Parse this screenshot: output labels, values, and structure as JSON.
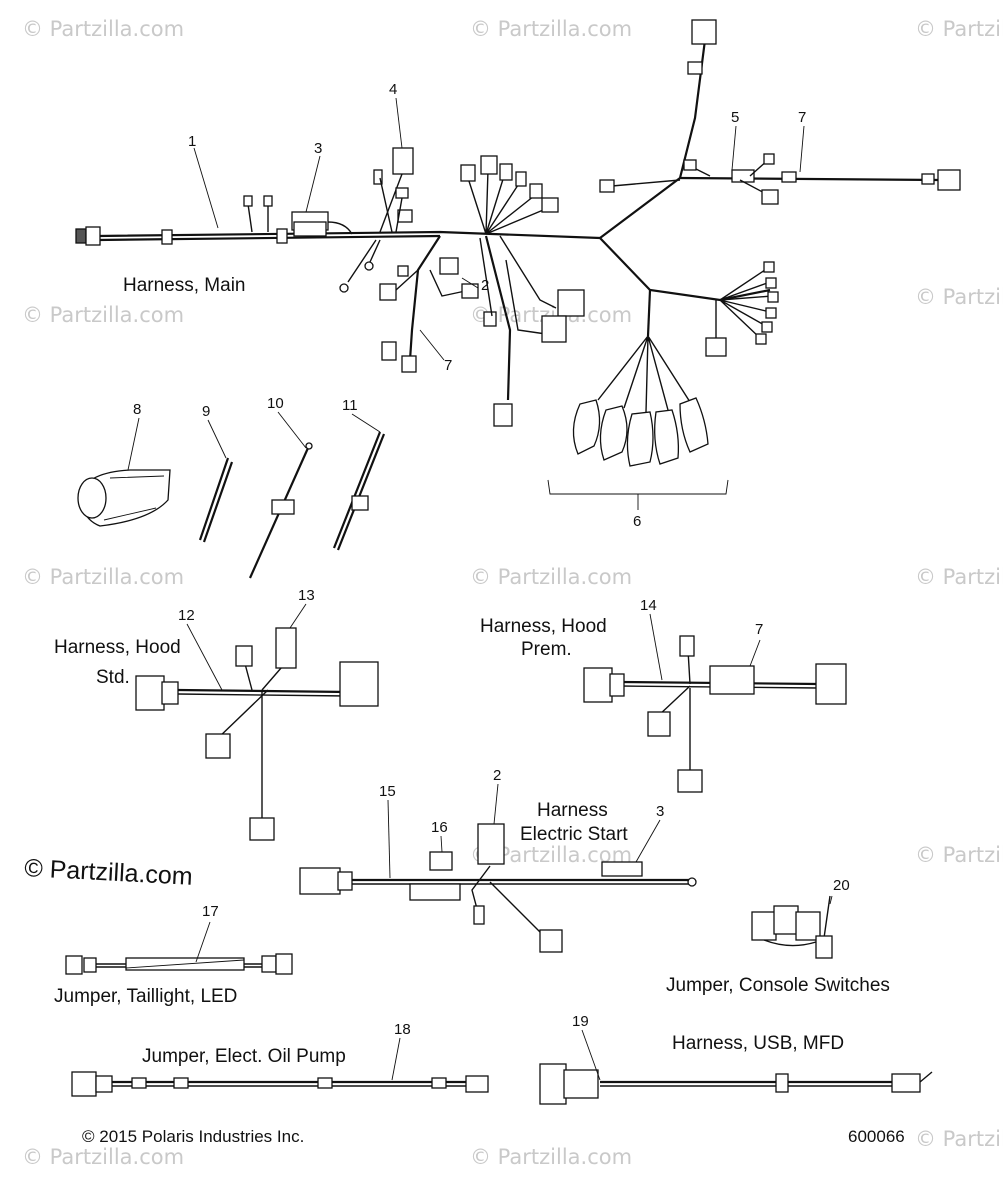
{
  "watermarks": {
    "repeated": "© Partzilla.com",
    "main": "© Partzilla.com"
  },
  "labels": {
    "harness_main": "Harness, Main",
    "harness_hood_std_line1": "Harness, Hood",
    "harness_hood_std_line2": "Std.",
    "harness_hood_prem_line1": "Harness, Hood",
    "harness_hood_prem_line2": "Prem.",
    "harness_electric_start_line1": "Harness",
    "harness_electric_start_line2": "Electric Start",
    "jumper_taillight": "Jumper, Taillight, LED",
    "jumper_console": "Jumper, Console Switches",
    "jumper_oil_pump": "Jumper, Elect. Oil Pump",
    "harness_usb": "Harness, USB, MFD"
  },
  "callouts": [
    "1",
    "2",
    "3",
    "4",
    "5",
    "6",
    "7",
    "8",
    "9",
    "10",
    "11",
    "12",
    "13",
    "14",
    "15",
    "16",
    "17",
    "18",
    "19",
    "20"
  ],
  "callouts_repeat": {
    "c2_main": "2",
    "c7_main_lower": "7",
    "c7_hood_prem": "7",
    "c2_elec": "2",
    "c3_elec": "3"
  },
  "footer": {
    "copyright": "© 2015 Polaris Industries Inc.",
    "diagram_number": "600066"
  }
}
